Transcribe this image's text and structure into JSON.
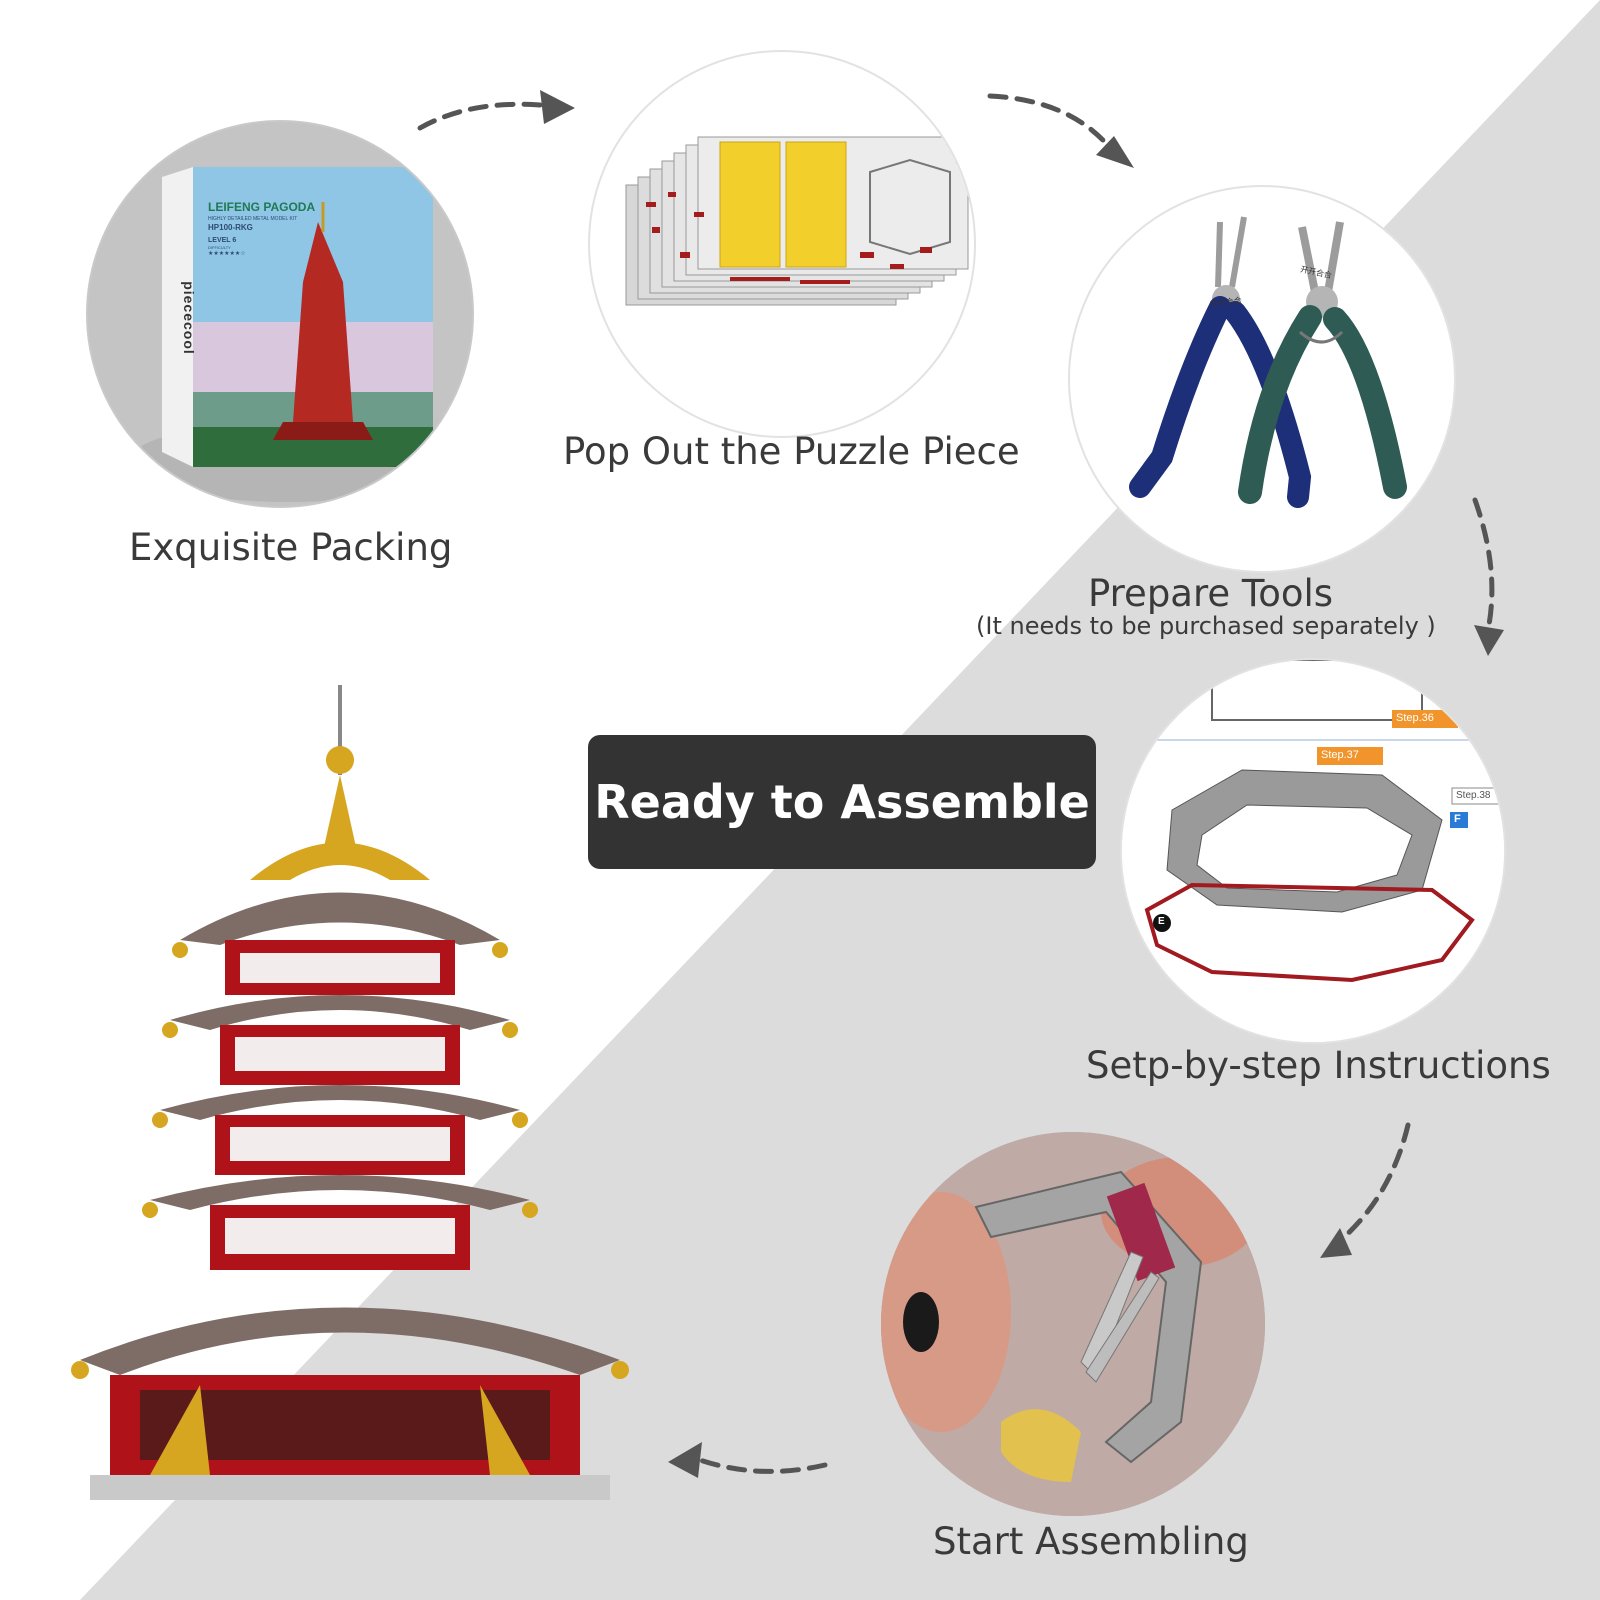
{
  "colors": {
    "background_gray": "#dcdcdc",
    "box_dark": "#333333",
    "arrow_gray": "#555555",
    "pagoda_red": "#b0121a",
    "gold": "#d7a620",
    "plier_blue": "#1e2f7a",
    "plier_green": "#2f5b55"
  },
  "steps": [
    {
      "caption": "Exquisite Packing"
    },
    {
      "caption": "Pop Out the Puzzle Piece"
    },
    {
      "caption": "Prepare Tools",
      "note": "(It needs to be purchased separately  )"
    },
    {
      "caption": "Setp-by-step Instructions"
    },
    {
      "caption": "Start Assembling"
    }
  ],
  "center_label": "Ready to Assemble",
  "packing_box": {
    "brand": "piececool",
    "title": "LEIFENG PAGODA",
    "subtitle": "HIGHLY DETAILED METAL MODEL KIT",
    "code": "HP100-RKG",
    "level": "LEVEL 6",
    "difficulty": "DIFFICULTY",
    "stars": "★★★★★★☆"
  },
  "tool_labels": {
    "left": "开开合合",
    "right": "开开合合"
  },
  "instruction_steps": {
    "step36": "Step.36",
    "step37": "Step.37",
    "step38": "Step.38",
    "marker_e": "E",
    "marker_f": "F"
  }
}
